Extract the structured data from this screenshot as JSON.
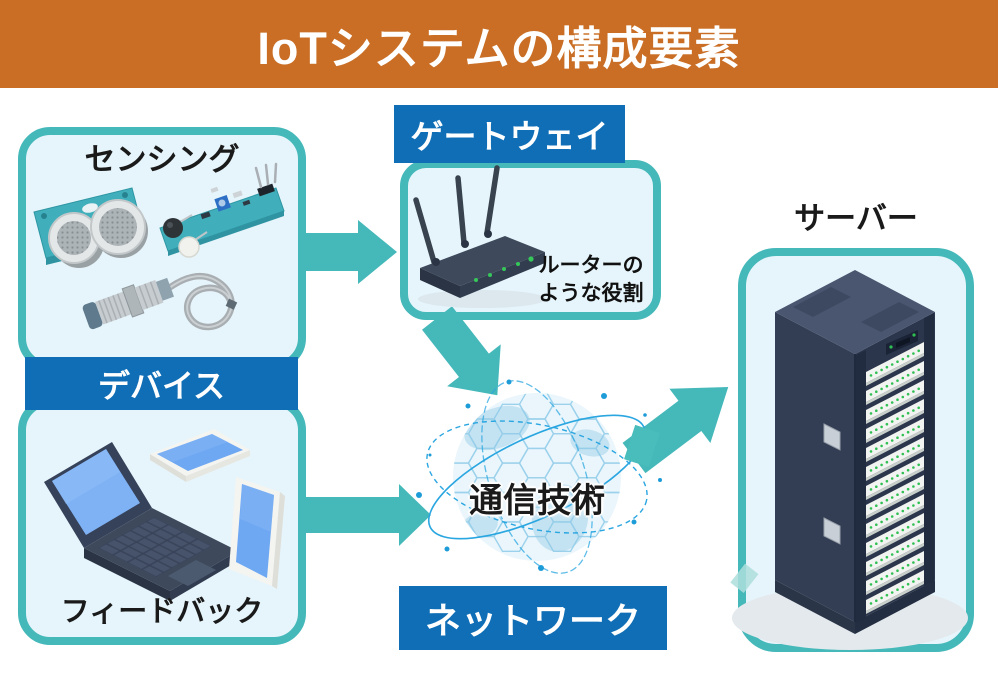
{
  "header": {
    "title": "IoTシステムの構成要素"
  },
  "sensing": {
    "label": "センシング"
  },
  "device": {
    "banner": "デバイス",
    "caption": "フィードバック"
  },
  "gateway": {
    "banner": "ゲートウェイ",
    "note": [
      "ルーターの",
      "ような役割"
    ]
  },
  "communication": {
    "label": "通信技術"
  },
  "network": {
    "banner": "ネットワーク"
  },
  "server": {
    "label": "サーバー"
  },
  "icons": {
    "sensing": [
      "ultrasonic-sensor",
      "ir-sensor-module",
      "proximity-sensor-with-cable"
    ],
    "device": [
      "laptop",
      "smartphone",
      "tablet"
    ],
    "gateway": [
      "wifi-router"
    ],
    "communication": [
      "digital-network-globe"
    ],
    "server": [
      "server-rack"
    ]
  },
  "arrows": [
    {
      "from": "sensing",
      "to": "gateway"
    },
    {
      "from": "gateway",
      "to": "communication"
    },
    {
      "from": "device",
      "to": "communication"
    },
    {
      "from": "communication",
      "to": "server"
    }
  ],
  "colors": {
    "orange": "#C96E24",
    "blue": "#0F6EB6",
    "teal": "#45B8BA",
    "panel": "#E6F5FB",
    "ink": "#1A1A1A",
    "led_green": "#2FBF52"
  }
}
